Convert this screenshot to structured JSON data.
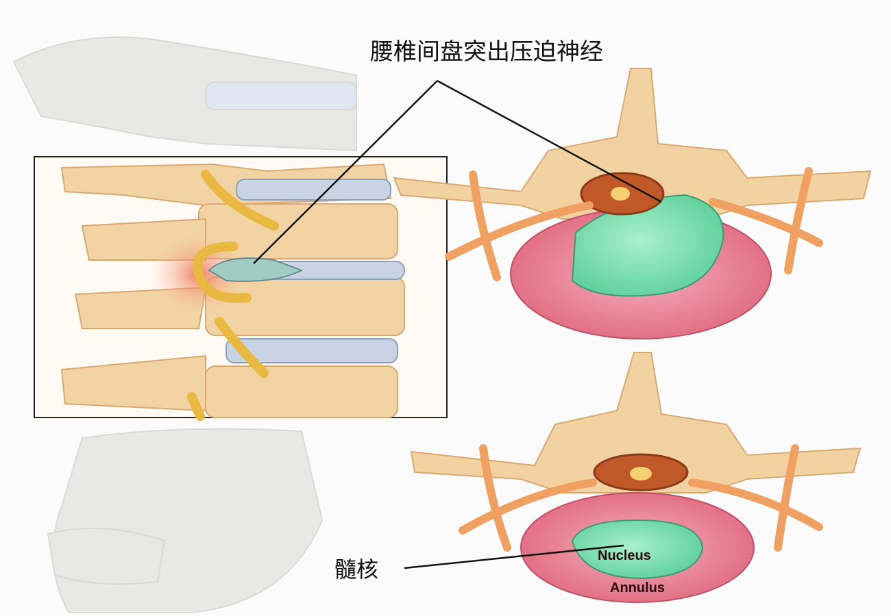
{
  "title": "腰椎间盘突出压迫神经",
  "labels": {
    "nucleus_cn": "髓核",
    "nucleus_en": "Nucleus",
    "annulus_en": "Annulus"
  },
  "colors": {
    "bone": "#f2d2a0",
    "nerve": "#f0a060",
    "disc_annulus": "#e6788a",
    "disc_nucleus": "#7fe0b0",
    "inflammation": "#f08060",
    "ghost_spine": "#e4e4e0"
  }
}
